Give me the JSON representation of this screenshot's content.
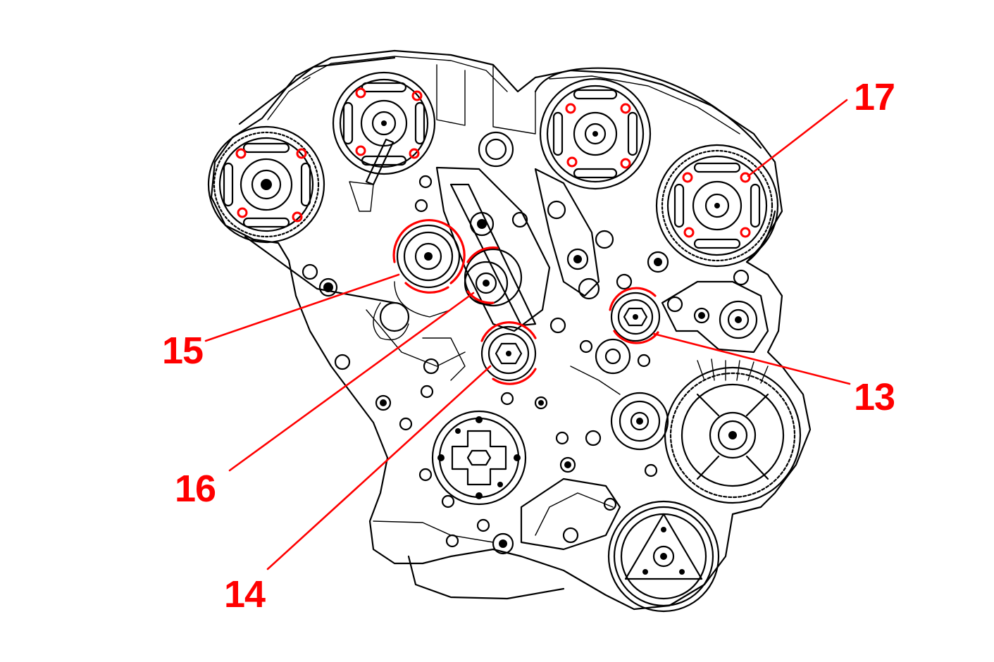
{
  "diagram": {
    "colors": {
      "ink": "#000000",
      "highlight": "#ff0000",
      "background": "#ffffff"
    },
    "callouts": [
      {
        "id": "c13",
        "label": "13",
        "component": "idler-pulley"
      },
      {
        "id": "c14",
        "label": "14",
        "component": "idler-pulley"
      },
      {
        "id": "c15",
        "label": "15",
        "component": "timing-belt-tensioner"
      },
      {
        "id": "c16",
        "label": "16",
        "component": "idler-pulley"
      },
      {
        "id": "c17",
        "label": "17",
        "component": "camshaft-sprocket-bolts"
      }
    ]
  }
}
